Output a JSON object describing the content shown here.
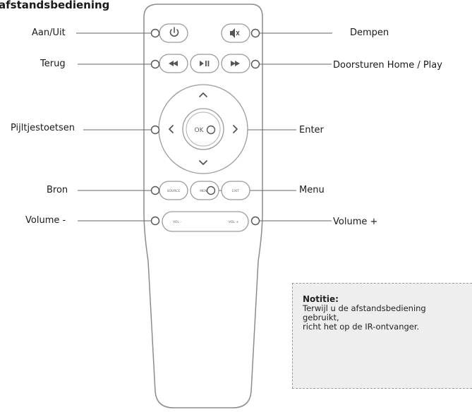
{
  "title": "afstandsbediening",
  "callouts": {
    "power": "Aan/Uit",
    "mute": "Dempen",
    "back": "Terug",
    "forward_home_play": "Doorsturen Home / Play",
    "arrows": "Pijltjestoetsen",
    "enter": "Enter",
    "source": "Bron",
    "menu": "Menu",
    "vol_down": "Volume -",
    "vol_up": "Volume +"
  },
  "remote_buttons": {
    "ok": "OK",
    "source": "SOURCE",
    "menu": "MENU",
    "exit": "EXIT",
    "vol_minus": "VOL -",
    "vol_plus": "VOL +"
  },
  "note": {
    "title": "Notitie:",
    "text": "Terwijl u de afstandsbediening\ngebruikt,\nricht het op de IR-ontvanger."
  },
  "colors": {
    "outline": "#888888",
    "line": "#666666",
    "note_bg": "#eeeeee"
  },
  "icons": [
    "power-icon",
    "mute-icon",
    "rewind-icon",
    "play-pause-icon",
    "fast-forward-icon",
    "arrow-up-icon",
    "arrow-down-icon",
    "arrow-left-icon",
    "arrow-right-icon"
  ]
}
